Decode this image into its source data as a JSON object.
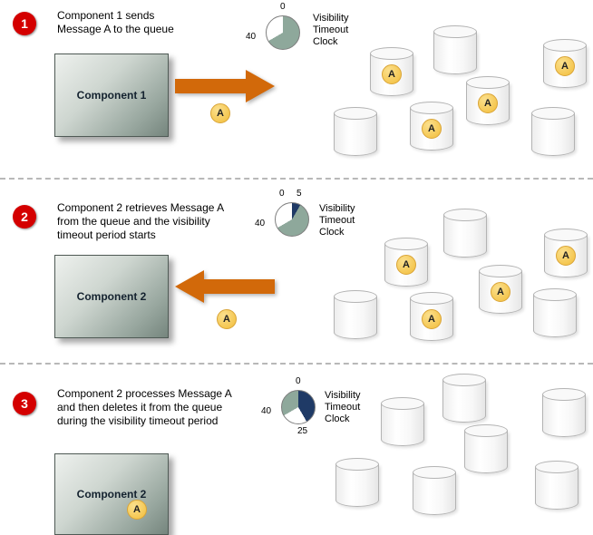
{
  "message_label": "A",
  "palette": {
    "step_badge_red": "#d40000",
    "arrow_orange": "#d2690a",
    "message_yellow": "#f2bd39",
    "clock_elapsed_navy": "#1f3a66",
    "clock_remaining_sage": "#8ea89b",
    "clock_empty_white": "#ffffff"
  },
  "sections": [
    {
      "step": "1",
      "description": "Component 1 sends\nMessage A to the queue",
      "component": "Component 1",
      "arrow": "right",
      "clock": {
        "label": "Visibility\nTimeout\nClock",
        "tick_top": "0",
        "tick_left": "40",
        "tick_extra": "",
        "segments": [
          {
            "color": "#8ea89b",
            "from": 0,
            "to": 240
          },
          {
            "color": "#ffffff",
            "from": 240,
            "to": 360
          }
        ]
      }
    },
    {
      "step": "2",
      "description": "Component 2 retrieves Message A\nfrom the queue and the visibility\ntimeout period starts",
      "component": "Component 2",
      "arrow": "left",
      "clock": {
        "label": "Visibility\nTimeout\nClock",
        "tick_top": "0",
        "tick_left": "40",
        "tick_extra": "5",
        "segments": [
          {
            "color": "#1f3a66",
            "from": 0,
            "to": 30
          },
          {
            "color": "#8ea89b",
            "from": 30,
            "to": 240
          },
          {
            "color": "#ffffff",
            "from": 240,
            "to": 360
          }
        ]
      }
    },
    {
      "step": "3",
      "description": "Component 2 processes Message A\nand then deletes it from the queue\nduring the visibility timeout period",
      "component": "Component 2",
      "arrow": "none",
      "clock": {
        "label": "Visibility\nTimeout\nClock",
        "tick_top": "0",
        "tick_left": "40",
        "tick_extra": "25",
        "segments": [
          {
            "color": "#1f3a66",
            "from": 0,
            "to": 150
          },
          {
            "color": "#ffffff",
            "from": 150,
            "to": 240
          },
          {
            "color": "#8ea89b",
            "from": 240,
            "to": 360
          }
        ]
      }
    }
  ]
}
